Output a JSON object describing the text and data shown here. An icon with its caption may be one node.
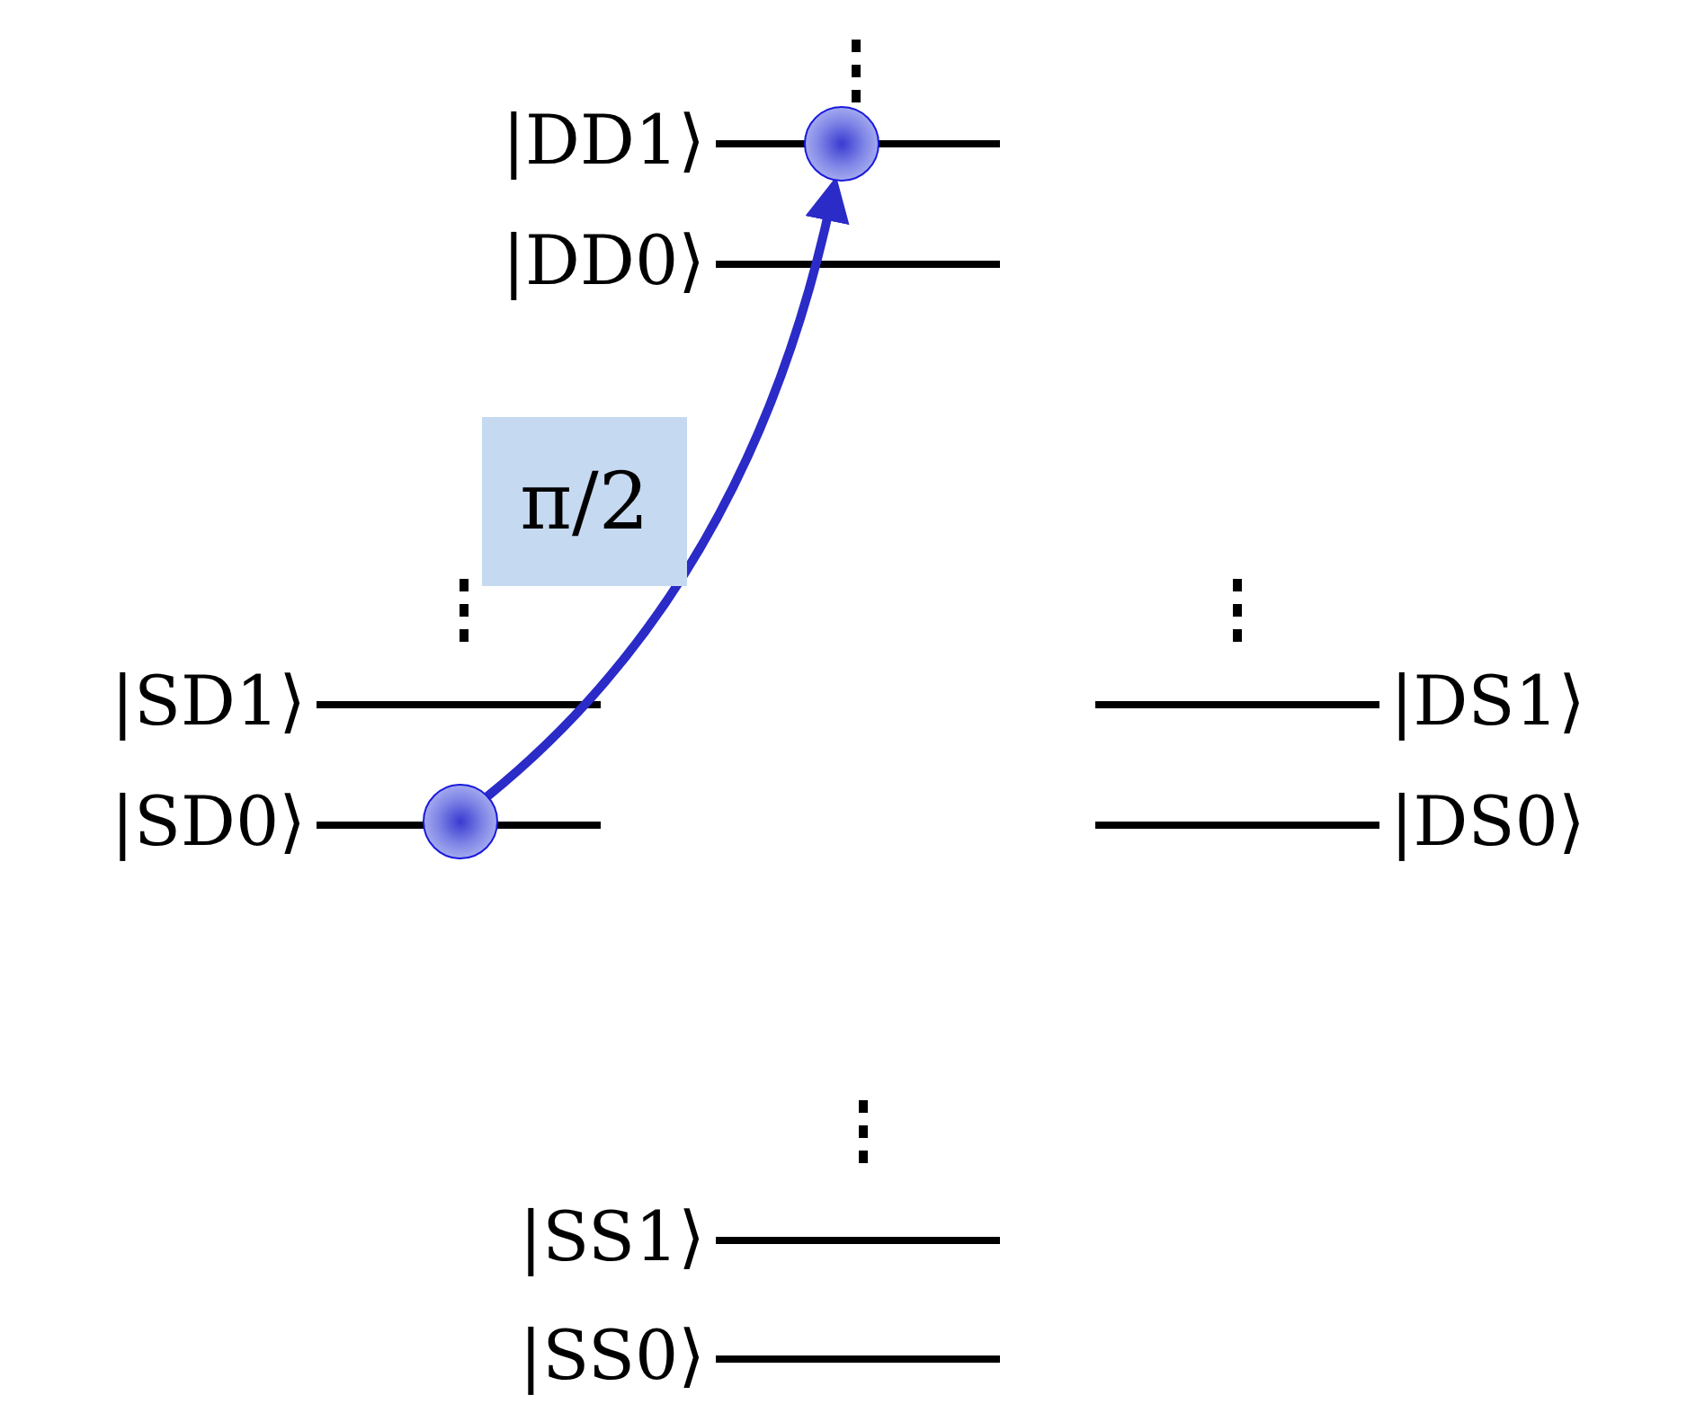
{
  "diagram": {
    "nodes": [
      {
        "text": [],
        "shape": "circle"
      },
      {
        "text": [],
        "shape": "circle"
      }
    ],
    "edges": [
      {
        "from": 1,
        "to": 0,
        "arrow": "to",
        "label": "π/2"
      }
    ],
    "labels": [
      "|DD1⟩",
      "|DD0⟩",
      "|SD1⟩",
      "|SD0⟩",
      "|DS1⟩",
      "|DS0⟩",
      "|SS1⟩",
      "|SS0⟩"
    ]
  }
}
